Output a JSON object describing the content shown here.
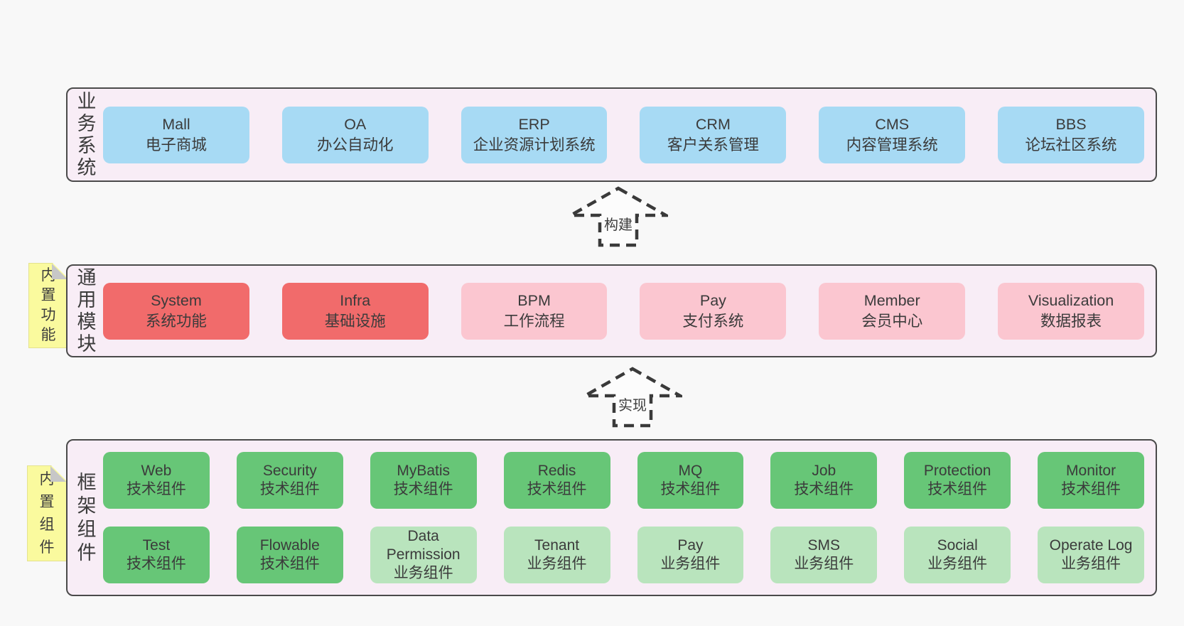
{
  "colors": {
    "page_background": "#f8f8f8",
    "panel_background": "#f8edf6",
    "panel_border": "#4a4a4a",
    "business_box": "#a7daf4",
    "core_module_box": "#f16b6b",
    "optional_module_box": "#fbc6d0",
    "technical_component_box": "#67c677",
    "business_component_box": "#b9e4bd",
    "sticky_note": "#fafa9e",
    "note_fold": "#c7c7c7",
    "arrow_stroke": "#3a3a3a",
    "text": "#3b3b3b"
  },
  "business_layer": {
    "title": "业务系统",
    "boxes": [
      {
        "name": "Mall",
        "desc": "电子商城"
      },
      {
        "name": "OA",
        "desc": "办公自动化"
      },
      {
        "name": "ERP",
        "desc": "企业资源计划系统"
      },
      {
        "name": "CRM",
        "desc": "客户关系管理"
      },
      {
        "name": "CMS",
        "desc": "内容管理系统"
      },
      {
        "name": "BBS",
        "desc": "论坛社区系统"
      }
    ]
  },
  "arrows": {
    "build": "构建",
    "implement": "实现"
  },
  "modules_layer": {
    "note": "内置功能",
    "title": "通用模块",
    "boxes": [
      {
        "name": "System",
        "desc": "系统功能"
      },
      {
        "name": "Infra",
        "desc": "基础设施"
      },
      {
        "name": "BPM",
        "desc": "工作流程"
      },
      {
        "name": "Pay",
        "desc": "支付系统"
      },
      {
        "name": "Member",
        "desc": "会员中心"
      },
      {
        "name": "Visualization",
        "desc": "数据报表"
      }
    ]
  },
  "components_layer": {
    "note": "内置组件",
    "title": "框架组件",
    "rows": [
      [
        {
          "name": "Web",
          "desc": "技术组件"
        },
        {
          "name": "Security",
          "desc": "技术组件"
        },
        {
          "name": "MyBatis",
          "desc": "技术组件"
        },
        {
          "name": "Redis",
          "desc": "技术组件"
        },
        {
          "name": "MQ",
          "desc": "技术组件"
        },
        {
          "name": "Job",
          "desc": "技术组件"
        },
        {
          "name": "Protection",
          "desc": "技术组件"
        },
        {
          "name": "Monitor",
          "desc": "技术组件"
        }
      ],
      [
        {
          "name": "Test",
          "desc": "技术组件"
        },
        {
          "name": "Flowable",
          "desc": "技术组件"
        },
        {
          "name": "Data Permission",
          "desc": "业务组件"
        },
        {
          "name": "Tenant",
          "desc": "业务组件"
        },
        {
          "name": "Pay",
          "desc": "业务组件"
        },
        {
          "name": "SMS",
          "desc": "业务组件"
        },
        {
          "name": "Social",
          "desc": "业务组件"
        },
        {
          "name": "Operate Log",
          "desc": "业务组件"
        }
      ]
    ]
  }
}
